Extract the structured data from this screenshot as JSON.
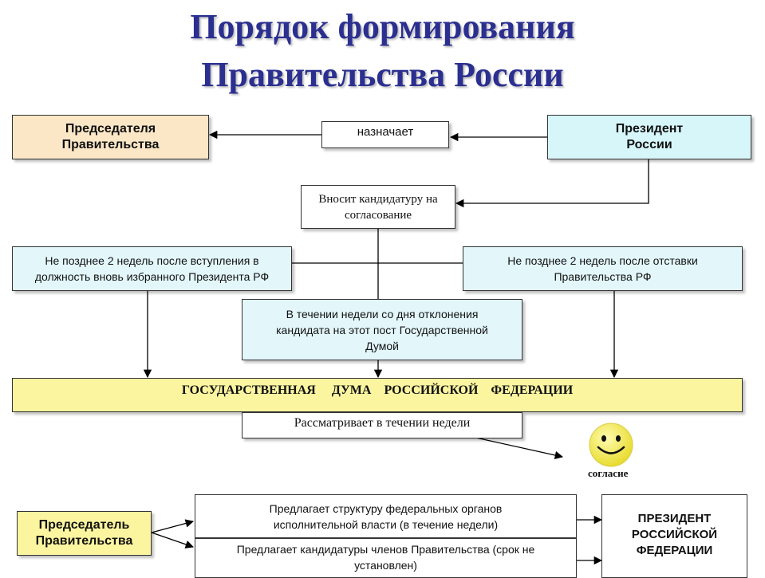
{
  "title": {
    "line1": "Порядок формирования",
    "line2": "Правительства России"
  },
  "boxes": {
    "chairman_top": "Председателя Правительства",
    "appoints": "назначает",
    "president_top": "Президент России",
    "nominates": "Вносит кандидатуру на согласование",
    "after_inauguration": "Не позднее 2 недель после вступления в должность вновь избранного Президента РФ",
    "after_resignation": "Не позднее 2 недель после отставки Правительства РФ",
    "after_rejection": "В течении недели со дня отклонения кандидата на этот пост Государственной Думой",
    "duma": "ГОСУДАРСТВЕННАЯ     ДУМА    РОССИЙСКОЙ    ФЕДЕРАЦИИ",
    "considers": "Рассматривает в течении недели",
    "consent": "согласие",
    "chairman_bottom": "Председатель Правительства",
    "proposes_structure": "Предлагает структуру федеральных органов исполнительной власти (в течение недели)",
    "proposes_members": "Предлагает кандидатуры членов Правительства (срок не установлен)",
    "president_bottom": "ПРЕЗИДЕНТ РОССИЙСКОЙ ФЕДЕРАЦИИ"
  },
  "colors": {
    "title": "#2b2f8f",
    "chairman_fill": "#fbe7c6",
    "president_fill": "#d6f6fa",
    "light_blue_fill": "#e3f7fb",
    "duma_fill": "#fcf5a0",
    "chairman_bottom_fill": "#fcf5a0",
    "smiley": "#f6ee57"
  }
}
